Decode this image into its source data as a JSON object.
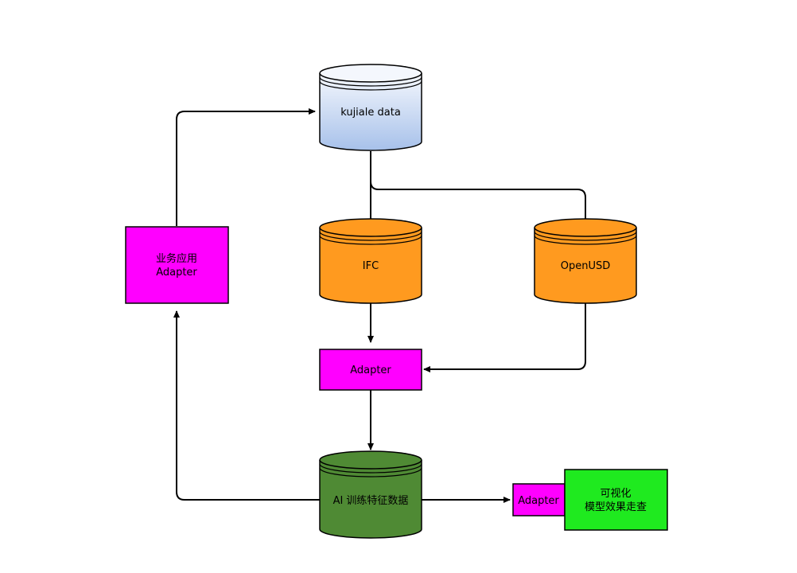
{
  "colors": {
    "background": "#ffffff",
    "stroke": "#000000",
    "blue_cylinder_top": "#eef2fa",
    "blue_cylinder_bottom": "#a9c3ea",
    "orange": "#ff9a1f",
    "magenta": "#ff00ff",
    "green_cylinder": "#4f8a34",
    "bright_green": "#1fea1f"
  },
  "nodes": {
    "kujiale_data": {
      "label": "kujiale data"
    },
    "ifc": {
      "label": "IFC"
    },
    "openusd": {
      "label": "OpenUSD"
    },
    "adapter_mid": {
      "label": "Adapter"
    },
    "biz_adapter": {
      "line1": "业务应用",
      "line2": "Adapter"
    },
    "ai_features": {
      "label": "AI 训练特征数据"
    },
    "adapter_right": {
      "label": "Adapter"
    },
    "visualization": {
      "line1": "可视化",
      "line2": "模型效果走查"
    }
  }
}
